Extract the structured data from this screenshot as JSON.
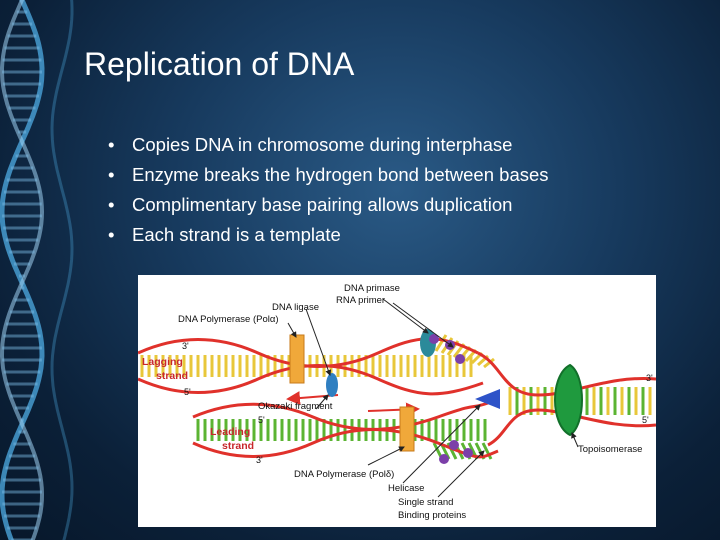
{
  "slide": {
    "title": "Replication of DNA",
    "bullets": [
      "Copies DNA in chromosome during interphase",
      "Enzyme breaks the hydrogen bond between bases",
      "Complimentary base pairing allows duplication",
      "Each strand is a template"
    ],
    "bullet_symbol": "•"
  },
  "diagram": {
    "labels": {
      "dna_primase": "DNA primase",
      "rna_primer": "RNA primer",
      "dna_ligase": "DNA ligase",
      "polymerase_top": "DNA Polymerase (Polα)",
      "lagging_1": "Lagging",
      "lagging_2": "strand",
      "leading_1": "Leading",
      "leading_2": "strand",
      "okazaki": "Okazaki fragment",
      "polymerase_bottom": "DNA Polymerase (Polδ)",
      "helicase": "Helicase",
      "ssb_1": "Single strand",
      "ssb_2": "Binding proteins",
      "topoisomerase": "Topoisomerase",
      "three_prime": "3'",
      "five_prime": "5'"
    },
    "colors": {
      "backbone": "#e0312b",
      "rung_yellow": "#e8c73a",
      "rung_green": "#5bb432",
      "strand_label": "#c8282c",
      "polymerase": "#f0a83a",
      "ligase": "#2f7fc1",
      "primase": "#2b8a9a",
      "ssb": "#7b3fa8",
      "topoisomerase": "#1f9a3e",
      "helicase": "#2e53c8"
    }
  },
  "background": {
    "accent": "#173a5e",
    "helix_color": "#4aa3d8"
  }
}
